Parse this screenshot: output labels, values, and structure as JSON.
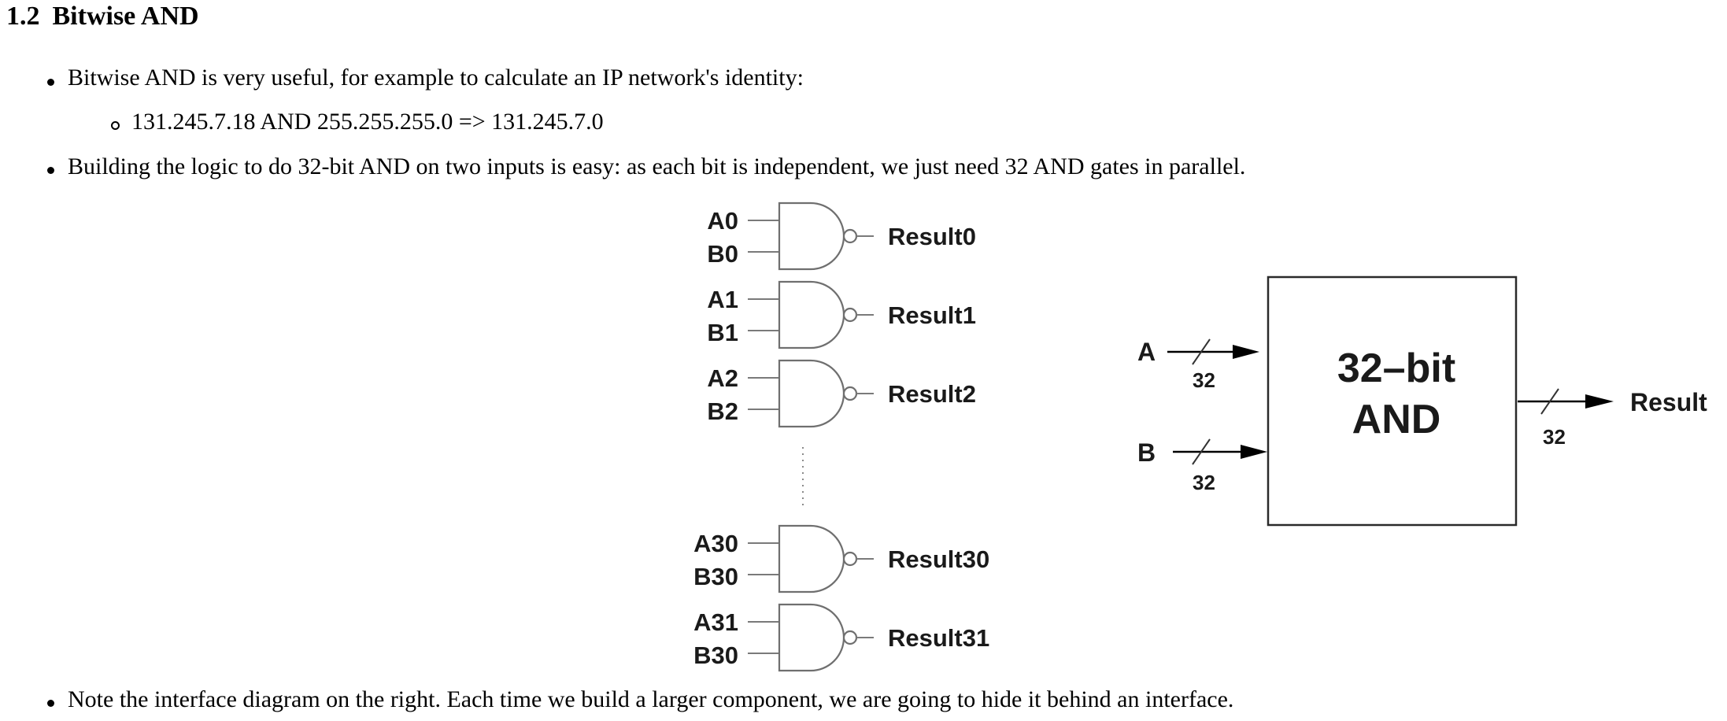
{
  "section": {
    "number": "1.2",
    "title": "Bitwise AND"
  },
  "bullets": [
    "Bitwise AND is very useful, for example to calculate an IP network's identity:",
    "131.245.7.18 AND 255.255.255.0 => 131.245.7.0",
    "Building the logic to do 32-bit AND on two inputs is easy: as each bit is independent, we just need 32 AND gates in parallel.",
    "Note the interface diagram on the right. Each time we build a larger component, we are going to hide it behind an interface."
  ],
  "gate_diagram": {
    "gates": [
      {
        "a": "A0",
        "b": "B0",
        "out": "Result0"
      },
      {
        "a": "A1",
        "b": "B1",
        "out": "Result1"
      },
      {
        "a": "A2",
        "b": "B2",
        "out": "Result2"
      },
      {
        "a": "A30",
        "b": "B30",
        "out": "Result30"
      },
      {
        "a": "A31",
        "b": "B30",
        "out": "Result31"
      }
    ]
  },
  "interface_diagram": {
    "block_line1": "32–bit",
    "block_line2": "AND",
    "input_a": "A",
    "input_b": "B",
    "output": "Result",
    "bus_width_a": "32",
    "bus_width_b": "32",
    "bus_width_out": "32"
  }
}
